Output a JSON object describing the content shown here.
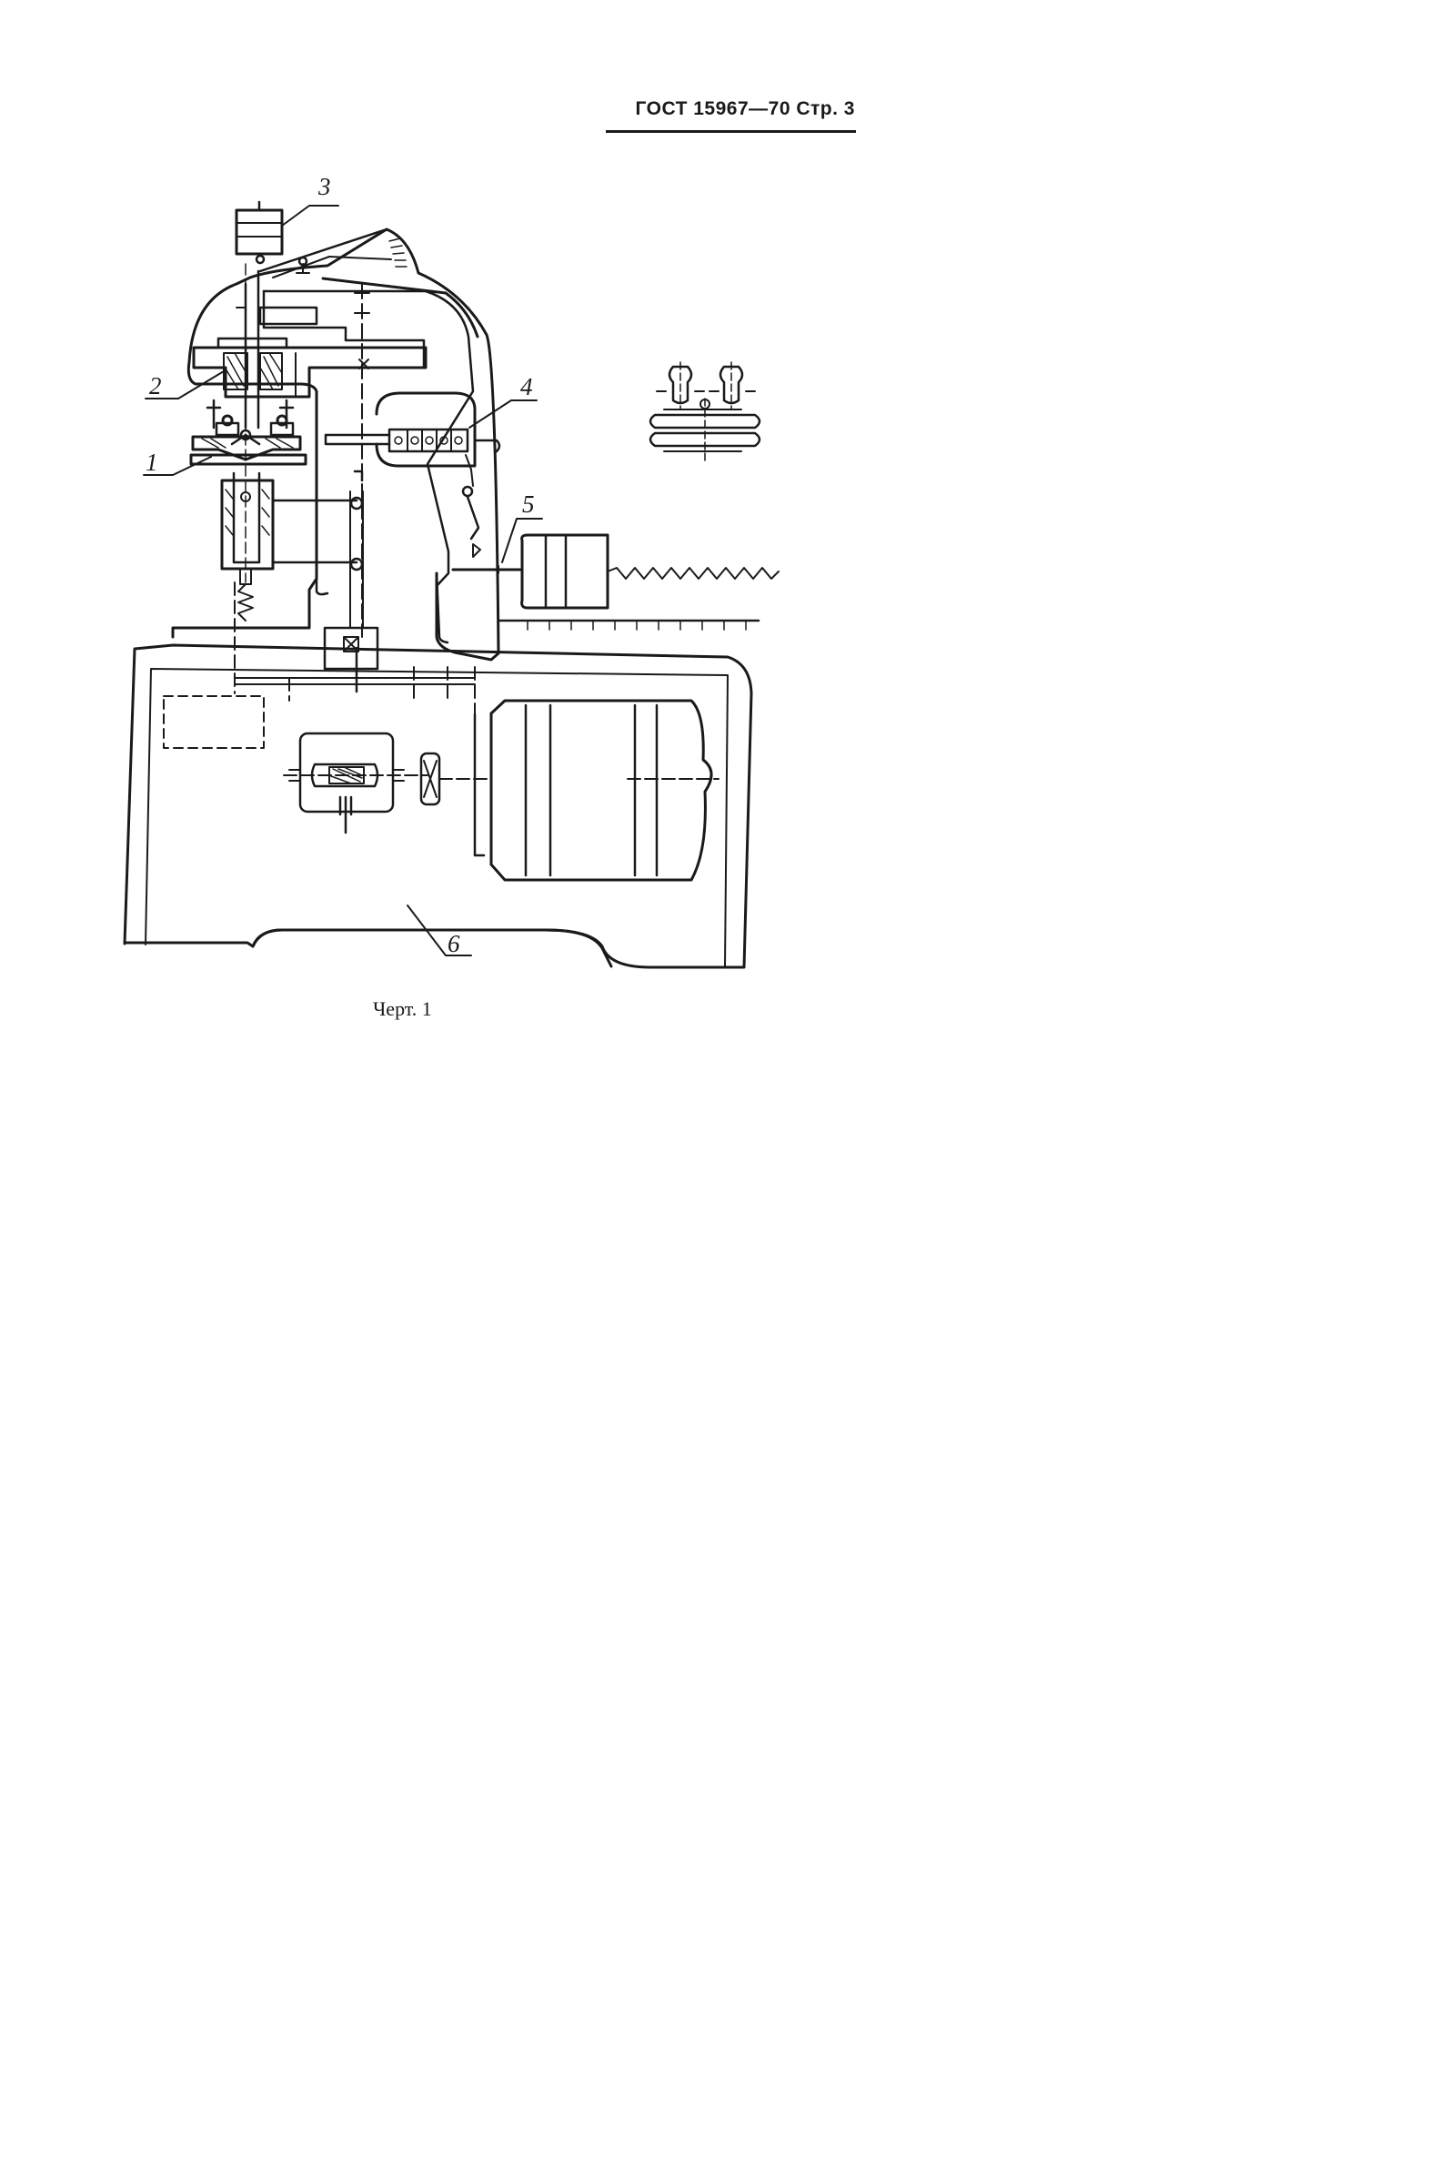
{
  "header": {
    "standard": "ГОСТ 15967—70",
    "page": "Стр. 3"
  },
  "drawing": {
    "labels": [
      "1",
      "2",
      "3",
      "4",
      "5",
      "6"
    ],
    "caption": "Черт. 1"
  },
  "colors": {
    "ink": "#1a1a1a",
    "paper": "#ffffff"
  }
}
